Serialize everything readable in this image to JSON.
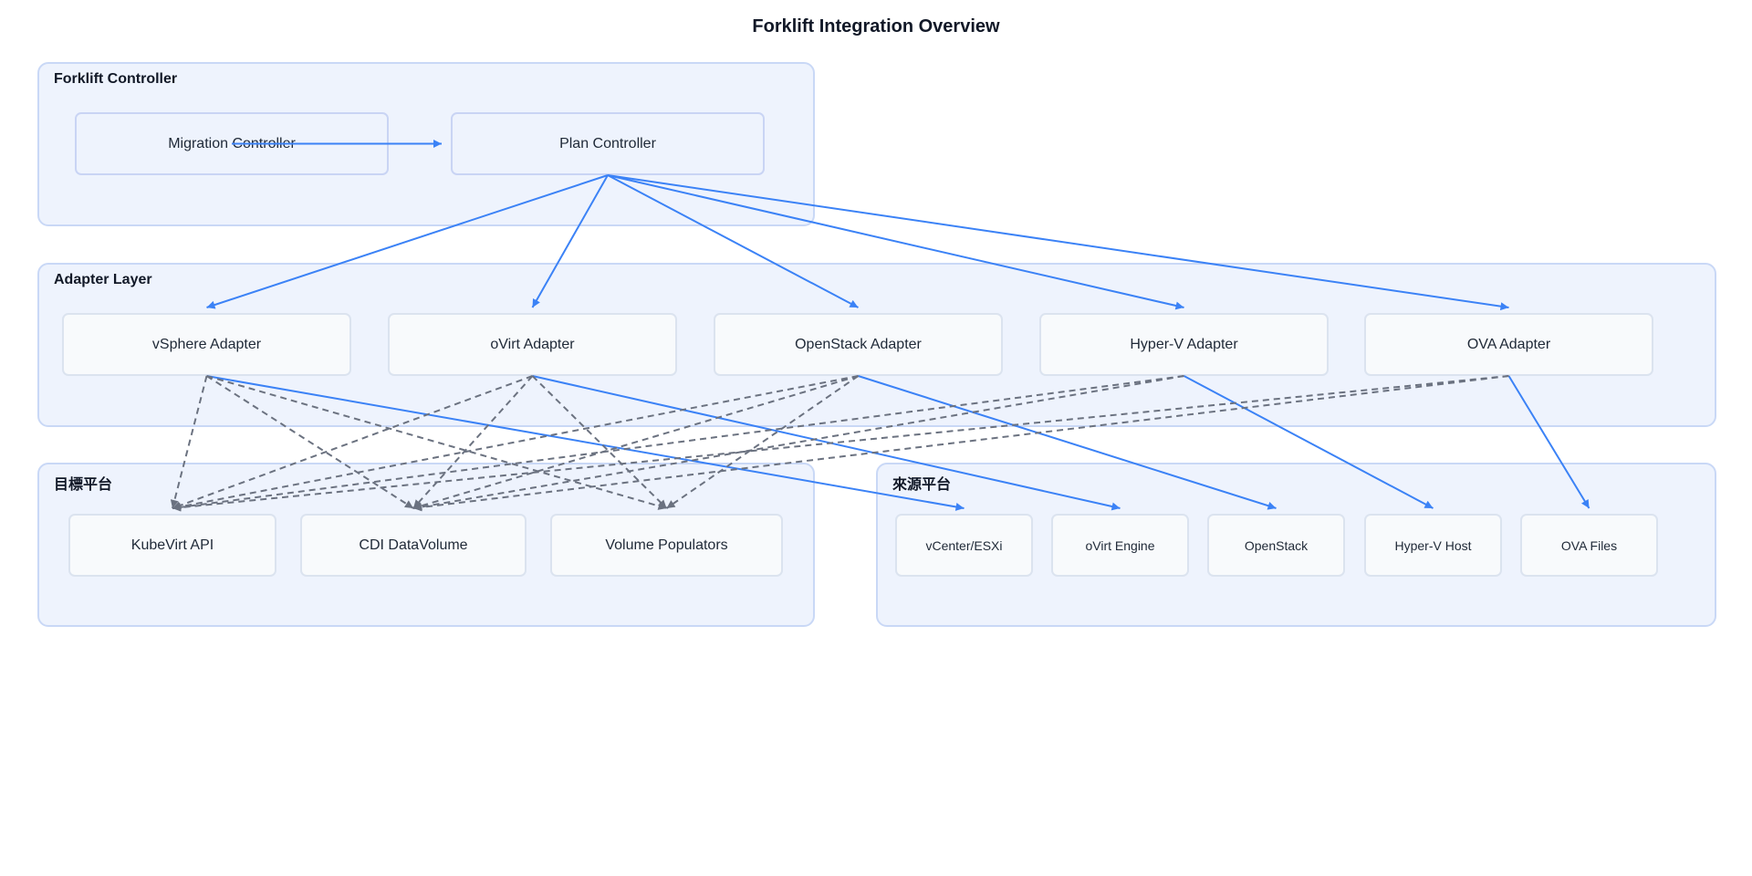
{
  "title": "Forklift Integration Overview",
  "groups": {
    "controller": {
      "label": "Forklift Controller"
    },
    "adapter": {
      "label": "Adapter Layer"
    },
    "target": {
      "label": "目標平台"
    },
    "source": {
      "label": "來源平台"
    }
  },
  "nodes": {
    "migration_controller": "Migration Controller",
    "plan_controller": "Plan Controller",
    "vsphere_adapter": "vSphere Adapter",
    "ovirt_adapter": "oVirt Adapter",
    "openstack_adapter": "OpenStack Adapter",
    "hyperv_adapter": "Hyper-V Adapter",
    "ova_adapter": "OVA Adapter",
    "kubevirt_api": "KubeVirt API",
    "cdi_datavolume": "CDI DataVolume",
    "volume_populators": "Volume Populators",
    "vcenter_esxi": "vCenter/ESXi",
    "ovirt_engine": "oVirt Engine",
    "openstack": "OpenStack",
    "hyperv_host": "Hyper-V Host",
    "ova_files": "OVA Files"
  },
  "edges": [
    {
      "from": "migration_controller",
      "to": "plan_controller",
      "style": "solid"
    },
    {
      "from": "plan_controller",
      "to": "vsphere_adapter",
      "style": "solid"
    },
    {
      "from": "plan_controller",
      "to": "ovirt_adapter",
      "style": "solid"
    },
    {
      "from": "plan_controller",
      "to": "openstack_adapter",
      "style": "solid"
    },
    {
      "from": "plan_controller",
      "to": "hyperv_adapter",
      "style": "solid"
    },
    {
      "from": "plan_controller",
      "to": "ova_adapter",
      "style": "solid"
    },
    {
      "from": "vsphere_adapter",
      "to": "vcenter_esxi",
      "style": "solid"
    },
    {
      "from": "ovirt_adapter",
      "to": "ovirt_engine",
      "style": "solid"
    },
    {
      "from": "openstack_adapter",
      "to": "openstack",
      "style": "solid"
    },
    {
      "from": "hyperv_adapter",
      "to": "hyperv_host",
      "style": "solid"
    },
    {
      "from": "ova_adapter",
      "to": "ova_files",
      "style": "solid"
    },
    {
      "from": "vsphere_adapter",
      "to": "kubevirt_api",
      "style": "dashed"
    },
    {
      "from": "vsphere_adapter",
      "to": "cdi_datavolume",
      "style": "dashed"
    },
    {
      "from": "vsphere_adapter",
      "to": "volume_populators",
      "style": "dashed"
    },
    {
      "from": "ovirt_adapter",
      "to": "kubevirt_api",
      "style": "dashed"
    },
    {
      "from": "ovirt_adapter",
      "to": "cdi_datavolume",
      "style": "dashed"
    },
    {
      "from": "ovirt_adapter",
      "to": "volume_populators",
      "style": "dashed"
    },
    {
      "from": "openstack_adapter",
      "to": "kubevirt_api",
      "style": "dashed"
    },
    {
      "from": "openstack_adapter",
      "to": "cdi_datavolume",
      "style": "dashed"
    },
    {
      "from": "openstack_adapter",
      "to": "volume_populators",
      "style": "dashed"
    },
    {
      "from": "hyperv_adapter",
      "to": "kubevirt_api",
      "style": "dashed"
    },
    {
      "from": "hyperv_adapter",
      "to": "cdi_datavolume",
      "style": "dashed"
    },
    {
      "from": "ova_adapter",
      "to": "kubevirt_api",
      "style": "dashed"
    },
    {
      "from": "ova_adapter",
      "to": "cdi_datavolume",
      "style": "dashed"
    }
  ],
  "colors": {
    "solid_edge": "#3b82f6",
    "dashed_edge": "#6b7280",
    "group_fill": "#eef3fd",
    "group_border": "#c9d8f6"
  }
}
